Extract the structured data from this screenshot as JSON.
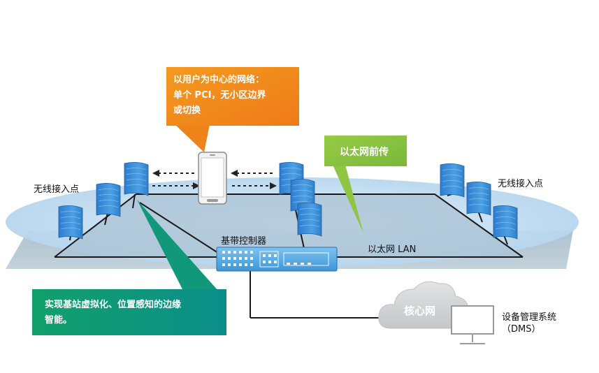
{
  "callouts": {
    "user_centric": {
      "lines": [
        "以用户为中心的网络：",
        "单个 PCI，无小区边界",
        "或切换"
      ],
      "color": "#f08a1c"
    },
    "ethernet_fronthaul": {
      "text": "以太网前传",
      "color": "#8cc63f"
    },
    "edge": {
      "lines": [
        "实现基站虚拟化、位置感知的边缘",
        "智能。"
      ],
      "color": "#0a9a78"
    }
  },
  "labels": {
    "wireless_ap_left": "无线接入点",
    "wireless_ap_right": "无线接入点",
    "baseband_controller": "基带控制器",
    "ethernet_lan": "以太网 LAN",
    "core_network": "核心网",
    "dms_line1": "设备管理系统",
    "dms_line2": "（DMS）"
  },
  "colors": {
    "ellipse": "#c8e0f2",
    "platform": "#a9bfcc",
    "antenna": "#3e8fd6",
    "cloud": "#d2d4d6",
    "line": "#1a1a1a"
  },
  "icons": {
    "antenna": "wireless-access-point-icon",
    "phone": "smartphone-icon",
    "controller": "baseband-controller-icon",
    "cloud": "cloud-icon",
    "monitor": "monitor-icon"
  }
}
